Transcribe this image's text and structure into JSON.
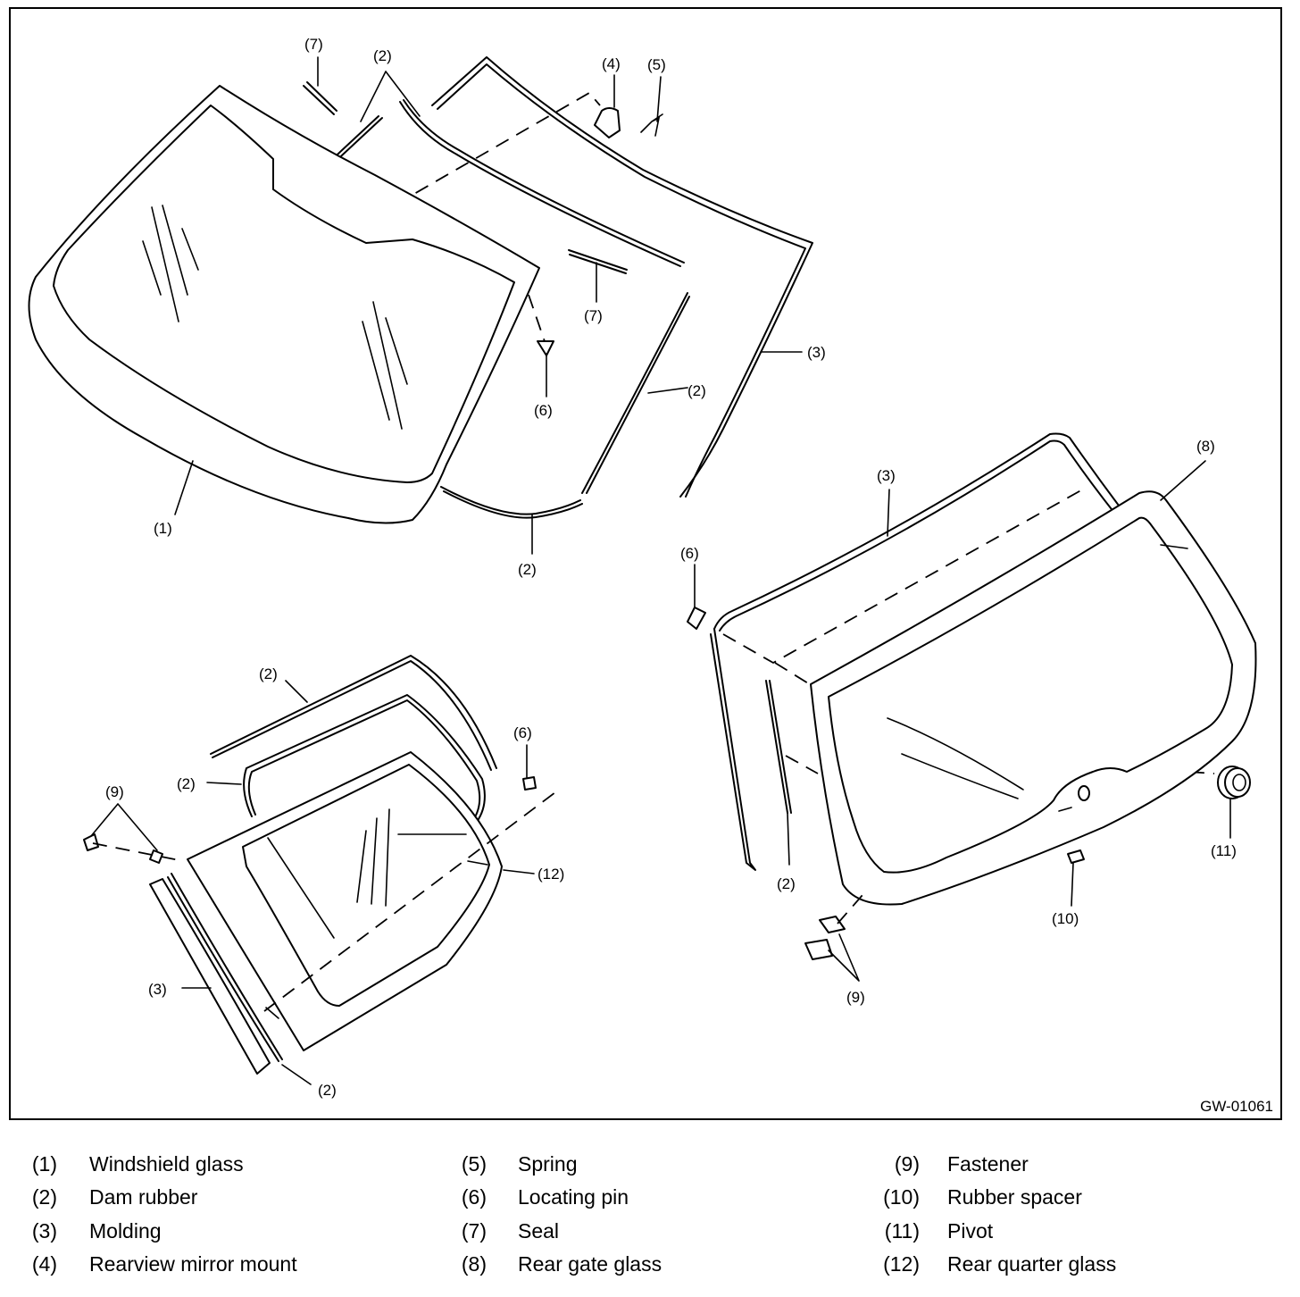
{
  "figure_code": "GW-01061",
  "callouts": {
    "c1": "(1)",
    "c2": "(2)",
    "c3": "(3)",
    "c4": "(4)",
    "c5": "(5)",
    "c6": "(6)",
    "c7": "(7)",
    "c8": "(8)",
    "c9": "(9)",
    "c10": "(10)",
    "c11": "(11)",
    "c12": "(12)"
  },
  "legend": [
    {
      "num": "(1)",
      "name": "Windshield glass"
    },
    {
      "num": "(2)",
      "name": "Dam rubber"
    },
    {
      "num": "(3)",
      "name": "Molding"
    },
    {
      "num": "(4)",
      "name": "Rearview mirror mount"
    },
    {
      "num": "(5)",
      "name": "Spring"
    },
    {
      "num": "(6)",
      "name": "Locating pin"
    },
    {
      "num": "(7)",
      "name": "Seal"
    },
    {
      "num": "(8)",
      "name": "Rear gate glass"
    },
    {
      "num": "(9)",
      "name": "Fastener"
    },
    {
      "num": "(10)",
      "name": "Rubber spacer"
    },
    {
      "num": "(11)",
      "name": "Pivot"
    },
    {
      "num": "(12)",
      "name": "Rear quarter glass"
    }
  ]
}
